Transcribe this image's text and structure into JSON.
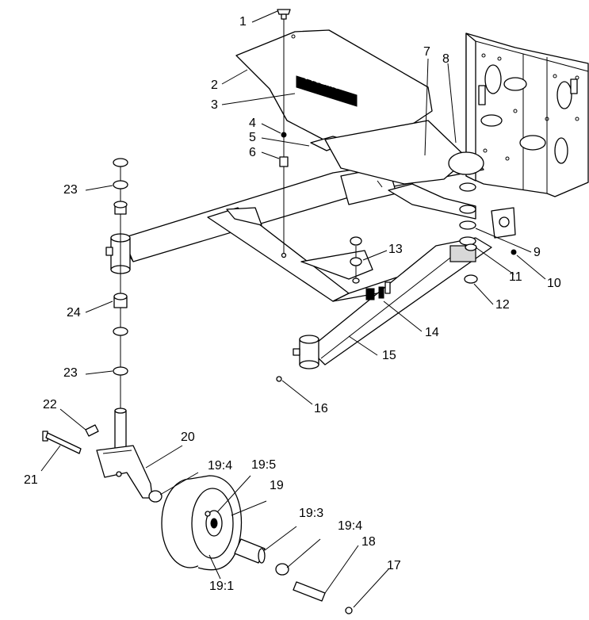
{
  "brand_decal": "ProLine",
  "callouts": [
    {
      "id": "c1",
      "text": "1"
    },
    {
      "id": "c2",
      "text": "2"
    },
    {
      "id": "c3",
      "text": "3"
    },
    {
      "id": "c4",
      "text": "4"
    },
    {
      "id": "c5",
      "text": "5"
    },
    {
      "id": "c6",
      "text": "6"
    },
    {
      "id": "c7",
      "text": "7"
    },
    {
      "id": "c8",
      "text": "8"
    },
    {
      "id": "c9",
      "text": "9"
    },
    {
      "id": "c10",
      "text": "10"
    },
    {
      "id": "c11",
      "text": "11"
    },
    {
      "id": "c12",
      "text": "12"
    },
    {
      "id": "c13",
      "text": "13"
    },
    {
      "id": "c14",
      "text": "14"
    },
    {
      "id": "c15",
      "text": "15"
    },
    {
      "id": "c16",
      "text": "16"
    },
    {
      "id": "c17",
      "text": "17"
    },
    {
      "id": "c18",
      "text": "18"
    },
    {
      "id": "c19",
      "text": "19"
    },
    {
      "id": "c19_1",
      "text": "19:1"
    },
    {
      "id": "c19_3",
      "text": "19:3"
    },
    {
      "id": "c19_4a",
      "text": "19:4"
    },
    {
      "id": "c19_4b",
      "text": "19:4"
    },
    {
      "id": "c19_5",
      "text": "19:5"
    },
    {
      "id": "c20",
      "text": "20"
    },
    {
      "id": "c21",
      "text": "21"
    },
    {
      "id": "c22",
      "text": "22"
    },
    {
      "id": "c23a",
      "text": "23"
    },
    {
      "id": "c23b",
      "text": "23"
    },
    {
      "id": "c24",
      "text": "24"
    }
  ]
}
